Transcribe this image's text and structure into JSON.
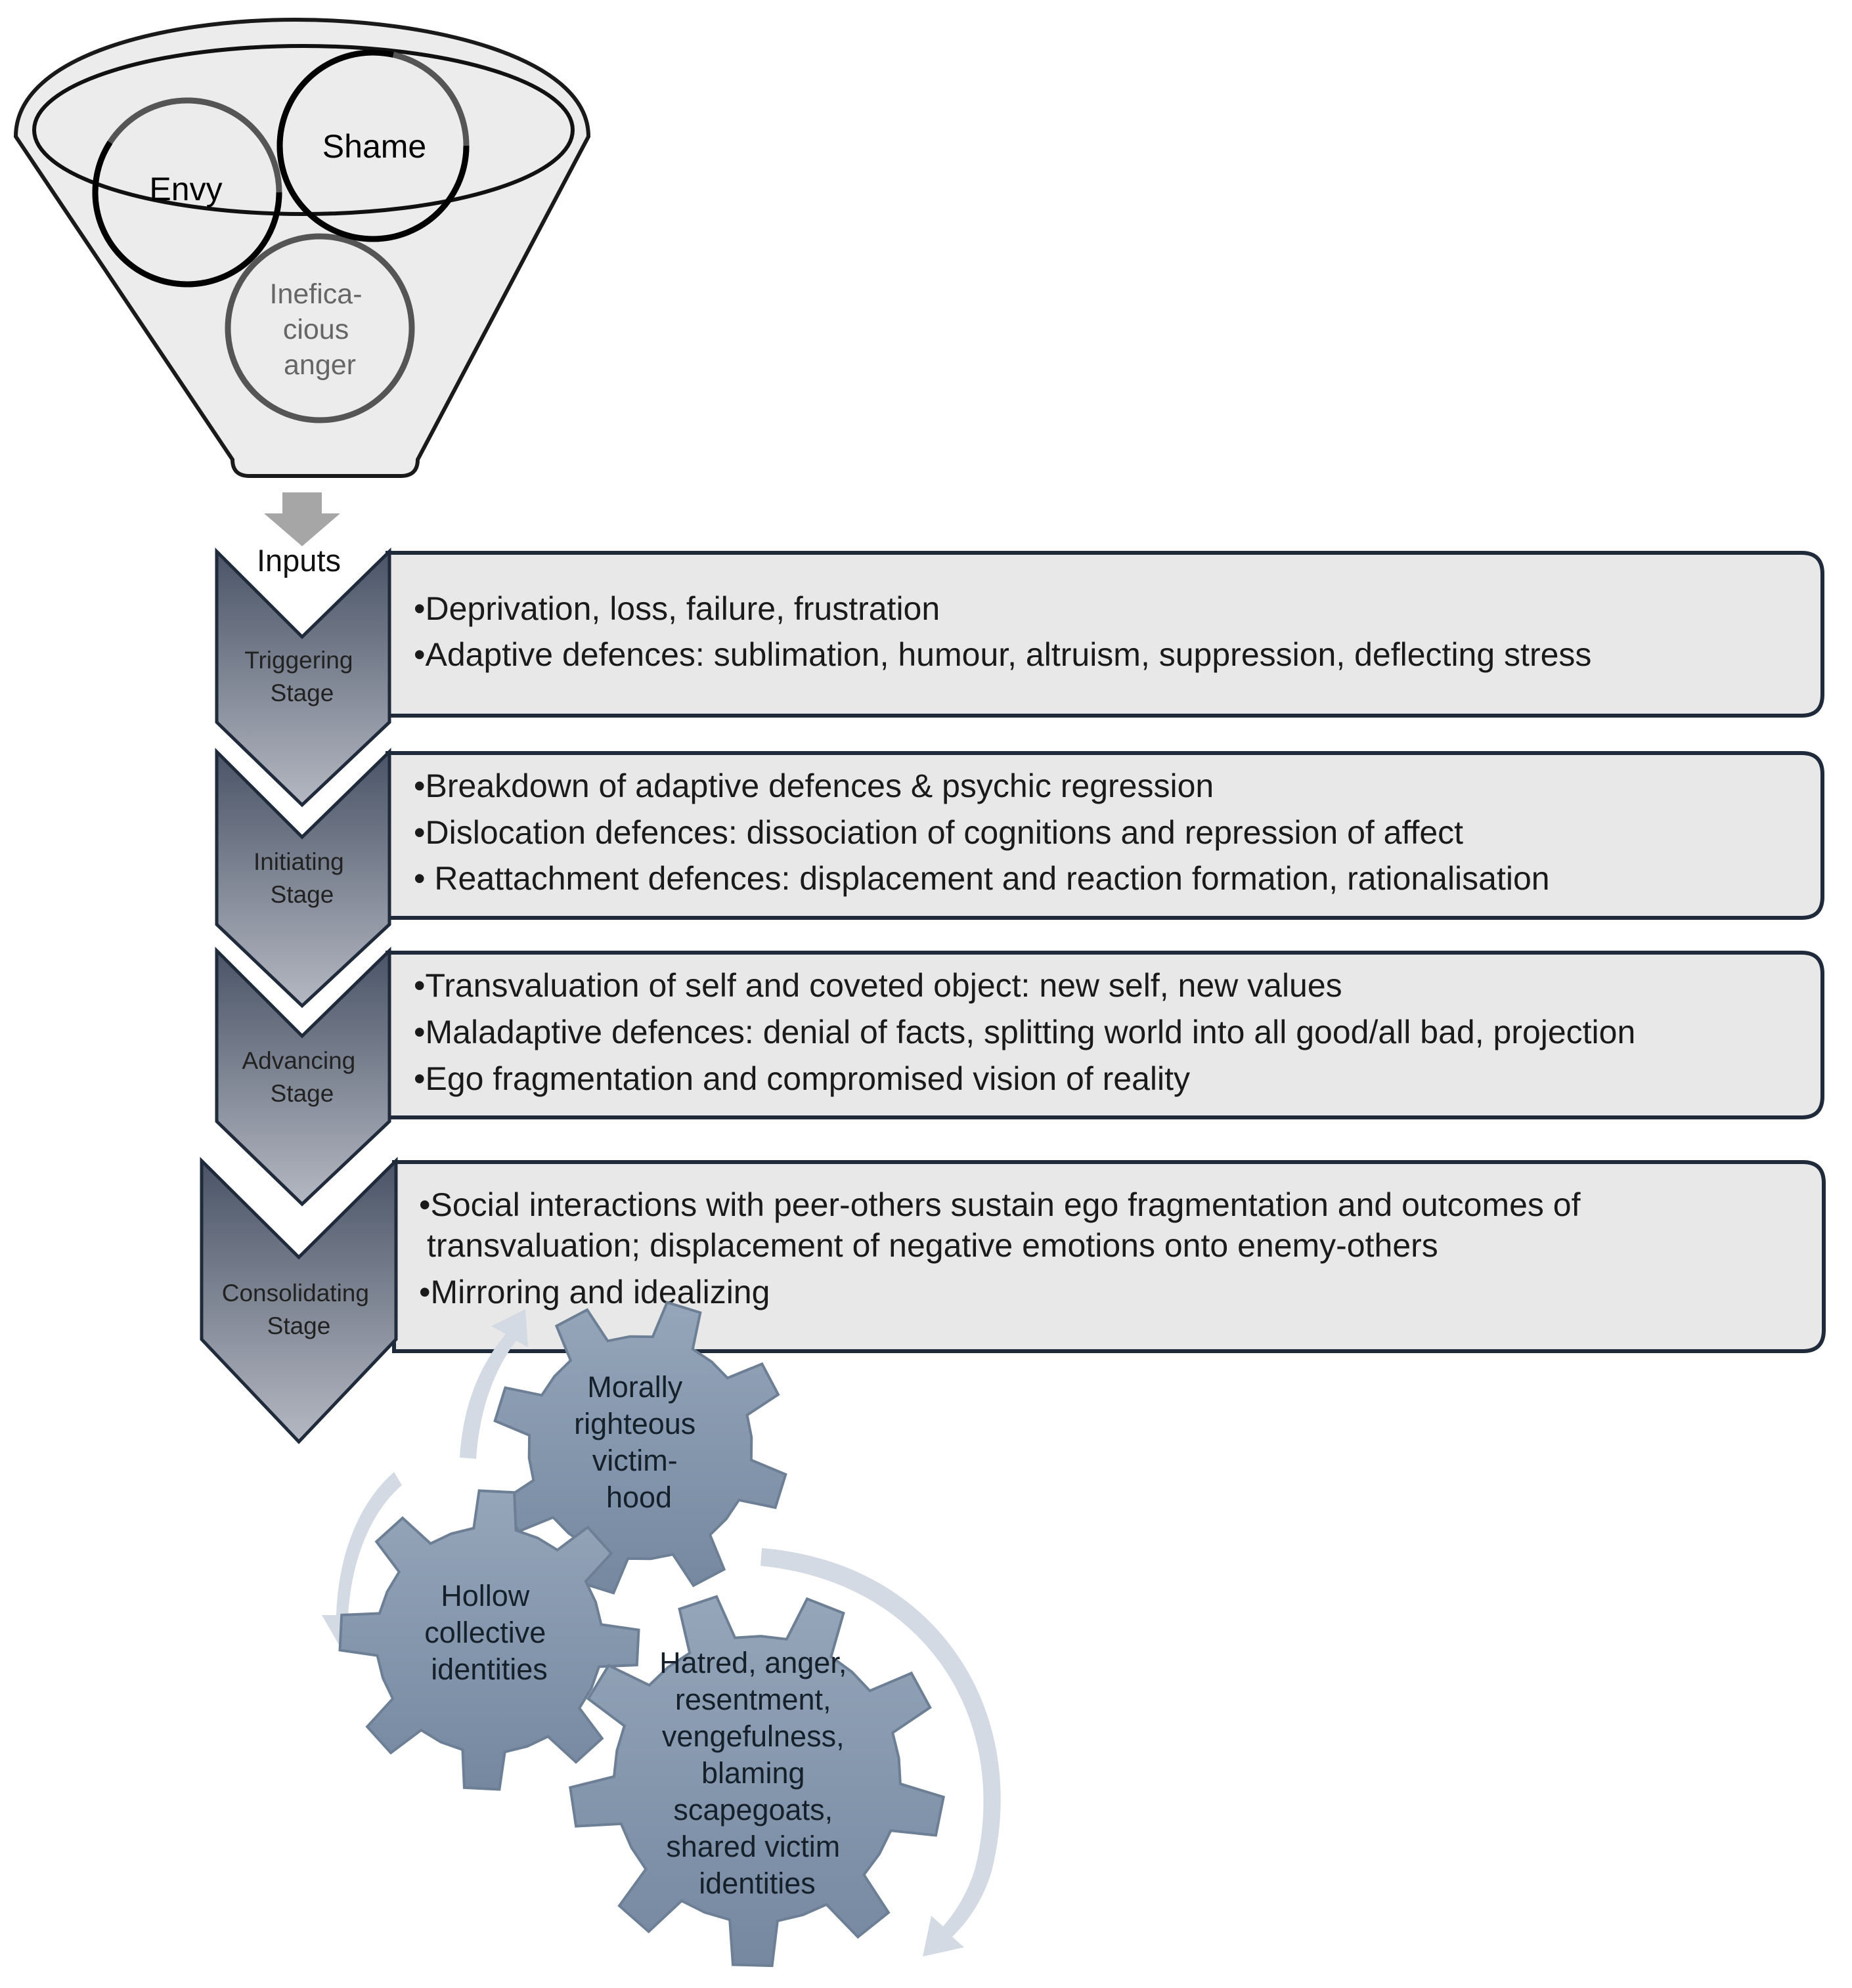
{
  "funnel": {
    "circles": [
      {
        "label_lines": [
          "Envy"
        ],
        "color": "#000000"
      },
      {
        "label_lines": [
          "Shame"
        ],
        "color": "#000000"
      },
      {
        "label_lines": [
          "Inefica-",
          "cious",
          "anger"
        ],
        "color": "#666666"
      }
    ],
    "output_label": "Inputs"
  },
  "stages": [
    {
      "name_lines": [
        "Triggering",
        "Stage"
      ],
      "bullets": [
        [
          "•Deprivation, loss, failure, frustration"
        ],
        [
          "•Adaptive defences: sublimation, humour, altruism, suppression, deflecting stress"
        ]
      ]
    },
    {
      "name_lines": [
        "Initiating",
        "Stage"
      ],
      "bullets": [
        [
          "•Breakdown of adaptive defences & psychic regression"
        ],
        [
          "•Dislocation defences: dissociation of cognitions and repression of affect"
        ],
        [
          "• Reattachment defences: displacement and reaction formation, rationalisation"
        ]
      ]
    },
    {
      "name_lines": [
        "Advancing",
        "Stage"
      ],
      "bullets": [
        [
          "•Transvaluation of self and coveted object: new self, new values"
        ],
        [
          "•Maladaptive defences: denial of facts, splitting world into all good/all bad, projection"
        ],
        [
          "•Ego fragmentation  and compromised vision of reality"
        ]
      ]
    },
    {
      "name_lines": [
        "Consolidating",
        "Stage"
      ],
      "bullets": [
        [
          "•Social interactions with peer-others sustain ego fragmentation and outcomes of",
          " transvaluation; displacement of negative emotions onto enemy-others"
        ],
        [
          "•Mirroring and idealizing"
        ]
      ]
    }
  ],
  "cycle": {
    "gears": [
      {
        "label_lines": [
          "Morally",
          "righteous",
          "victim-",
          "hood"
        ]
      },
      {
        "label_lines": [
          "Hollow",
          "collective",
          "identities"
        ]
      },
      {
        "label_lines": [
          "Hatred, anger,",
          "resentment,",
          "vengefulness,",
          "blaming",
          "scapegoats,",
          "shared victim",
          "identities"
        ]
      }
    ]
  },
  "colors": {
    "funnel_fill": "#ececec",
    "box_fill": "#e8e8e8",
    "box_border": "#1f2a3a",
    "chevron_top": "#4a5466",
    "chevron_bottom": "#b4b8c2",
    "gear_fill": "#8597ac",
    "gear_stroke": "#6d7f95",
    "arrow_color": "#d3dae3",
    "down_arrow": "#a6a6a6"
  }
}
